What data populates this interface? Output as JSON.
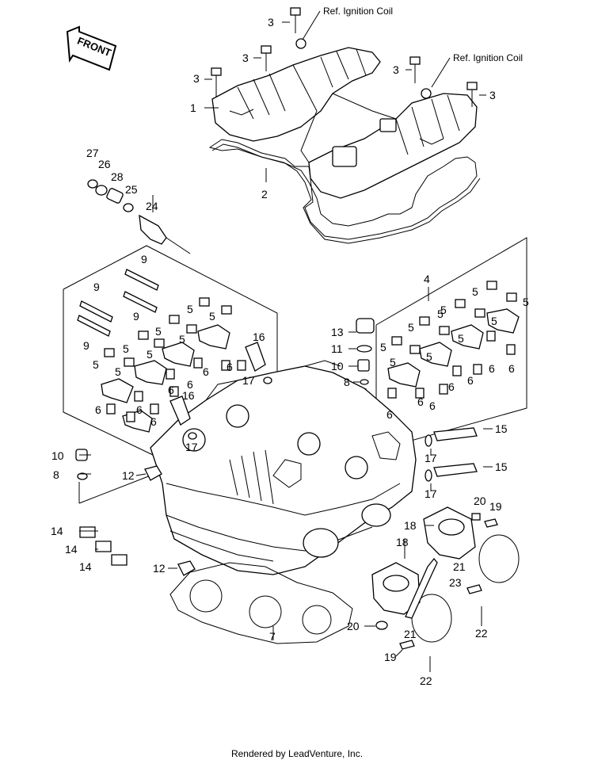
{
  "front_label": "FRONT",
  "ref_labels": [
    {
      "id": "ref-1",
      "text": "Ref.   Ignition Coil"
    },
    {
      "id": "ref-2",
      "text": "Ref.   Ignition Coil"
    }
  ],
  "callouts": {
    "c1": "1",
    "c2": "2",
    "c3a": "3",
    "c3b": "3",
    "c3c": "3",
    "c3d": "3",
    "c3e": "3",
    "c4": "4",
    "c5a": "5",
    "c5b": "5",
    "c5c": "5",
    "c5d": "5",
    "c5e": "5",
    "c5f": "5",
    "c5g": "5",
    "c5h": "5",
    "c5i": "5",
    "c5j": "5",
    "c5k": "5",
    "c5l": "5",
    "c5m": "5",
    "c5n": "5",
    "c5o": "5",
    "c5p": "5",
    "c5q": "5",
    "c5r": "5",
    "c6a": "6",
    "c6b": "6",
    "c6c": "6",
    "c6d": "6",
    "c6e": "6",
    "c6f": "6",
    "c6g": "6",
    "c6h": "6",
    "c6i": "6",
    "c6j": "6",
    "c6k": "6",
    "c6l": "6",
    "c6m": "6",
    "c6n": "6",
    "c7": "7",
    "c8a": "8",
    "c8b": "8",
    "c9a": "9",
    "c9b": "9",
    "c9c": "9",
    "c9d": "9",
    "c10a": "10",
    "c10b": "10",
    "c11": "11",
    "c12a": "12",
    "c12b": "12",
    "c13": "13",
    "c14a": "14",
    "c14b": "14",
    "c14c": "14",
    "c15a": "15",
    "c15b": "15",
    "c16a": "16",
    "c16b": "16",
    "c17a": "17",
    "c17b": "17",
    "c17c": "17",
    "c17d": "17",
    "c18a": "18",
    "c18b": "18",
    "c19a": "19",
    "c19b": "19",
    "c20a": "20",
    "c20b": "20",
    "c21a": "21",
    "c21b": "21",
    "c22a": "22",
    "c22b": "22",
    "c23": "23",
    "c24": "24",
    "c25": "25",
    "c26": "26",
    "c27": "27",
    "c28": "28"
  },
  "footer": "Rendered by LeadVenture, Inc."
}
